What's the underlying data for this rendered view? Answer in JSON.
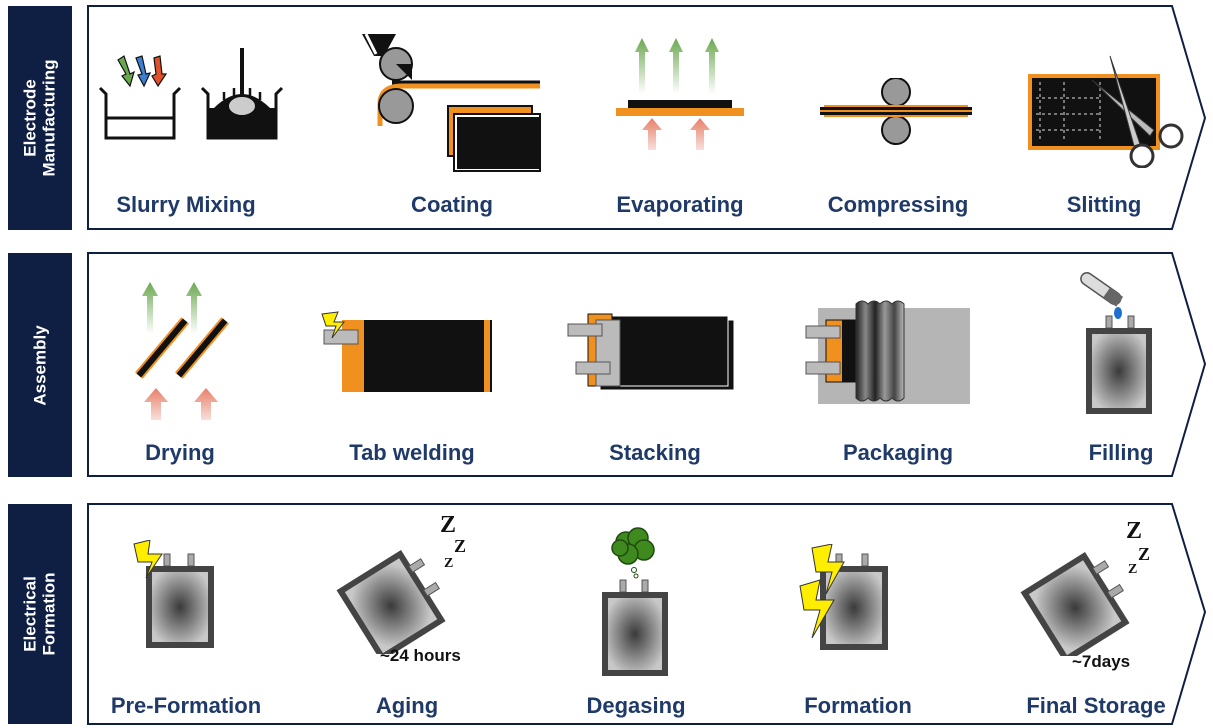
{
  "sections": {
    "electrode": {
      "label_line1": "Electrode",
      "label_line2": "Manufacturing"
    },
    "assembly": {
      "label": "Assembly"
    },
    "formation": {
      "label_line1": "Electrical",
      "label_line2": "Formation"
    }
  },
  "steps": {
    "slurry_mixing": "Slurry Mixing",
    "coating": "Coating",
    "evaporating": "Evaporating",
    "compressing": "Compressing",
    "slitting": "Slitting",
    "drying": "Drying",
    "tab_welding": "Tab welding",
    "stacking": "Stacking",
    "packaging": "Packaging",
    "filling": "Filling",
    "pre_formation": "Pre-Formation",
    "aging": "Aging",
    "degasing": "Degasing",
    "formation": "Formation",
    "final_storage": "Final Storage"
  },
  "notes": {
    "aging_duration": "~24 hours",
    "storage_duration": "~7days"
  },
  "colors": {
    "navy": "#0f1f44",
    "label_blue": "#1f3a68",
    "copper": "#f0901e",
    "green_arrow": "#6aa84f",
    "red_arrow": "#e8806a",
    "lightning": "#ffee00"
  },
  "icons": [
    "beaker-icon",
    "mixer-icon",
    "coating-roller-icon",
    "evaporation-icon",
    "compress-rollers-icon",
    "scissors-icon",
    "drying-icon",
    "tab-weld-icon",
    "stack-icon",
    "pouch-icon",
    "filling-pipette-icon",
    "pre-formation-cell-icon",
    "aging-cell-icon",
    "degas-cell-icon",
    "formation-cell-icon",
    "storage-cell-icon"
  ]
}
